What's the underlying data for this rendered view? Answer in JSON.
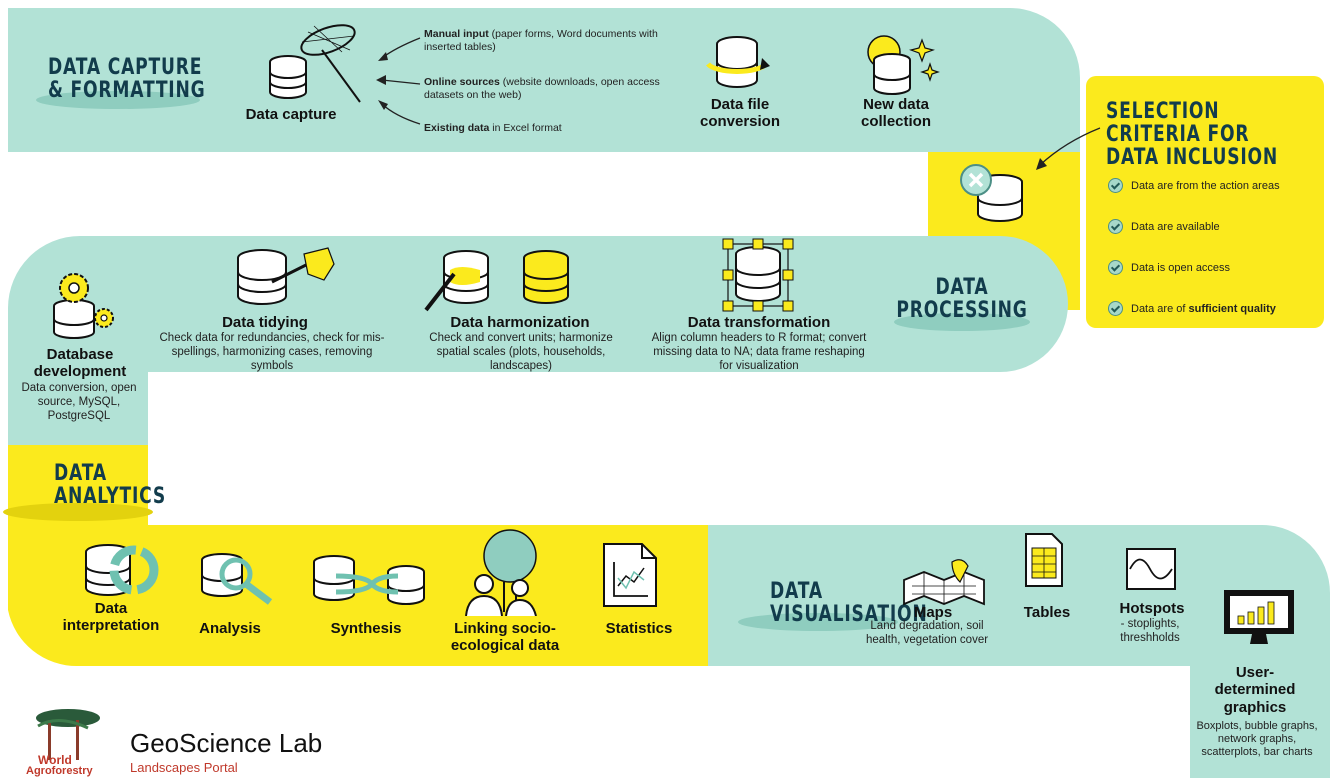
{
  "sections": {
    "capture": "DATA CAPTURE & FORMATTING",
    "processing": "DATA PROCESSING",
    "analytics": "DATA ANALYTICS",
    "visualisation": "DATA VISUALISATION",
    "selection": "SELECTION CRITERIA FOR DATA INCLUSION"
  },
  "capture": {
    "data_capture": "Data capture",
    "inputs": [
      {
        "bold": "Manual input",
        "rest": " (paper forms, Word documents with inserted tables)"
      },
      {
        "bold": "Online sources",
        "rest": " (website downloads, open access datasets on the web)"
      },
      {
        "bold": "Existing data",
        "rest": " in Excel format"
      }
    ],
    "conversion": "Data file conversion",
    "collection": "New data collection"
  },
  "criteria": [
    {
      "text": "Data are from the action areas",
      "bold": false
    },
    {
      "text": "Data are available",
      "bold": false
    },
    {
      "text": "Data is open access",
      "bold": false
    },
    {
      "pre": "Data are of ",
      "bold": "sufficient quality"
    }
  ],
  "processing": {
    "tidying": {
      "label": "Data tidying",
      "desc": "Check data for redundancies, check for mis-spellings, harmonizing cases, removing symbols"
    },
    "harmonization": {
      "label": "Data harmonization",
      "desc": "Check and convert units; harmonize spatial scales (plots, households, landscapes)"
    },
    "transformation": {
      "label": "Data transformation",
      "desc": "Align column headers to R format; convert missing data to NA; data frame reshaping for visualization"
    },
    "database": {
      "label": "Database development",
      "desc": "Data conversion, open source, MySQL, PostgreSQL"
    }
  },
  "analytics": {
    "interpretation": "Data interpretation",
    "analysis": "Analysis",
    "synthesis": "Synthesis",
    "linking": "Linking socio-ecological data",
    "statistics": "Statistics"
  },
  "visualisation": {
    "maps": {
      "label": "Maps",
      "desc": "Land degradation, soil health, vegetation cover"
    },
    "tables": {
      "label": "Tables"
    },
    "hotspots": {
      "label": "Hotspots",
      "desc": "- stoplights, threshholds"
    },
    "user": {
      "label": "User-determined graphics",
      "desc": "Boxplots, bubble graphs, network graphs, scatterplots, bar charts"
    }
  },
  "footer": {
    "brand": "GeoScience Lab",
    "portal": "Landscapes Portal",
    "logo_top": "World",
    "logo_bottom": "Agroforestry"
  },
  "colors": {
    "teal": "#b2e2d6",
    "yellow": "#fbea1d",
    "navy": "#123c4c"
  }
}
